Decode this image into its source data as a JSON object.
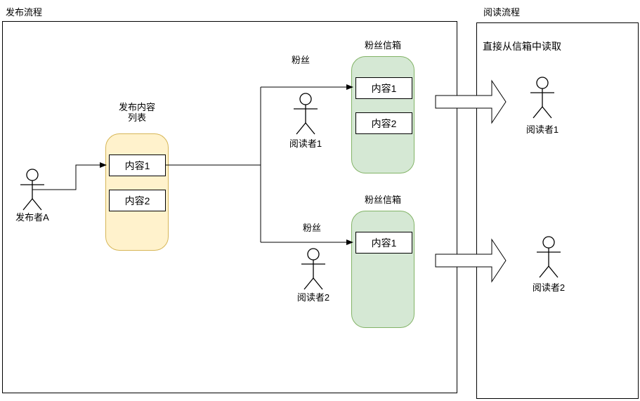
{
  "publish": {
    "title": "发布流程",
    "publisher": {
      "label": "发布者A"
    },
    "content_list": {
      "label_line1": "发布内容",
      "label_line2": "列表",
      "items": [
        "内容1",
        "内容2"
      ]
    },
    "fan_label": "粉丝",
    "mailboxes": [
      {
        "title": "粉丝信箱",
        "items": [
          "内容1",
          "内容2"
        ],
        "reader": {
          "label": "阅读者1"
        }
      },
      {
        "title": "粉丝信箱",
        "items": [
          "内容1"
        ],
        "reader": {
          "label": "阅读者2"
        }
      }
    ]
  },
  "read": {
    "title": "阅读流程",
    "note": "直接从信箱中读取",
    "readers": [
      {
        "label": "阅读者1"
      },
      {
        "label": "阅读者2"
      }
    ]
  },
  "colors": {
    "content_list_fill": "#FFF2CC",
    "content_list_border": "#D6B656",
    "mailbox_fill": "#D5E8D4",
    "mailbox_border": "#82B366",
    "line": "#000000",
    "background": "#FFFFFF"
  }
}
